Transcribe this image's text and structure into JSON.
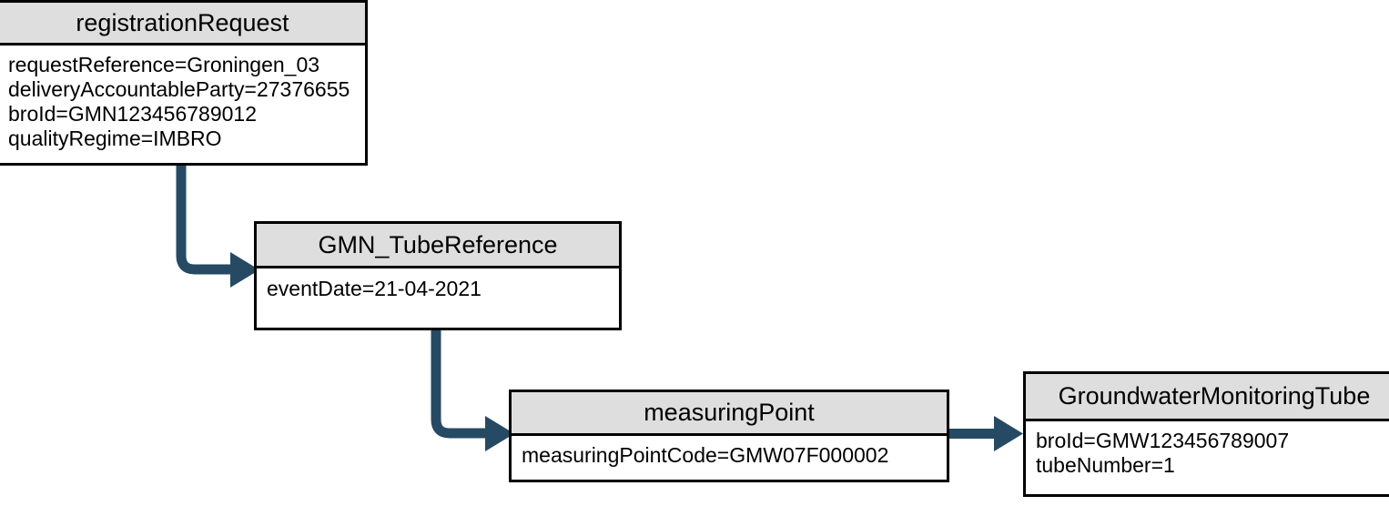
{
  "diagram": {
    "type": "object-instance-diagram",
    "colors": {
      "node_border": "#000000",
      "node_title_fill": "#dededf",
      "node_body_fill": "#ffffff",
      "connector": "#264A63",
      "text": "#000000"
    },
    "nodes": [
      {
        "id": "registrationRequest",
        "title": "registrationRequest",
        "attributes": [
          "requestReference=Groningen_03",
          "deliveryAccountableParty=27376655",
          "broId=GMN123456789012",
          "qualityRegime=IMBRO"
        ]
      },
      {
        "id": "GMN_TubeReference",
        "title": "GMN_TubeReference",
        "attributes": [
          "eventDate=21-04-2021"
        ]
      },
      {
        "id": "measuringPoint",
        "title": "measuringPoint",
        "attributes": [
          "measuringPointCode=GMW07F000002"
        ]
      },
      {
        "id": "GroundwaterMonitoringTube",
        "title": "GroundwaterMonitoringTube",
        "attributes": [
          "broId=GMW123456789007",
          "tubeNumber=1"
        ]
      }
    ],
    "connectors": [
      {
        "id": "c1",
        "from": "registrationRequest",
        "to": "GMN_TubeReference",
        "style": "elbow-down-right"
      },
      {
        "id": "c2",
        "from": "GMN_TubeReference",
        "to": "measuringPoint",
        "style": "elbow-down-right"
      },
      {
        "id": "c3",
        "from": "measuringPoint",
        "to": "GroundwaterMonitoringTube",
        "style": "straight-right"
      }
    ]
  }
}
